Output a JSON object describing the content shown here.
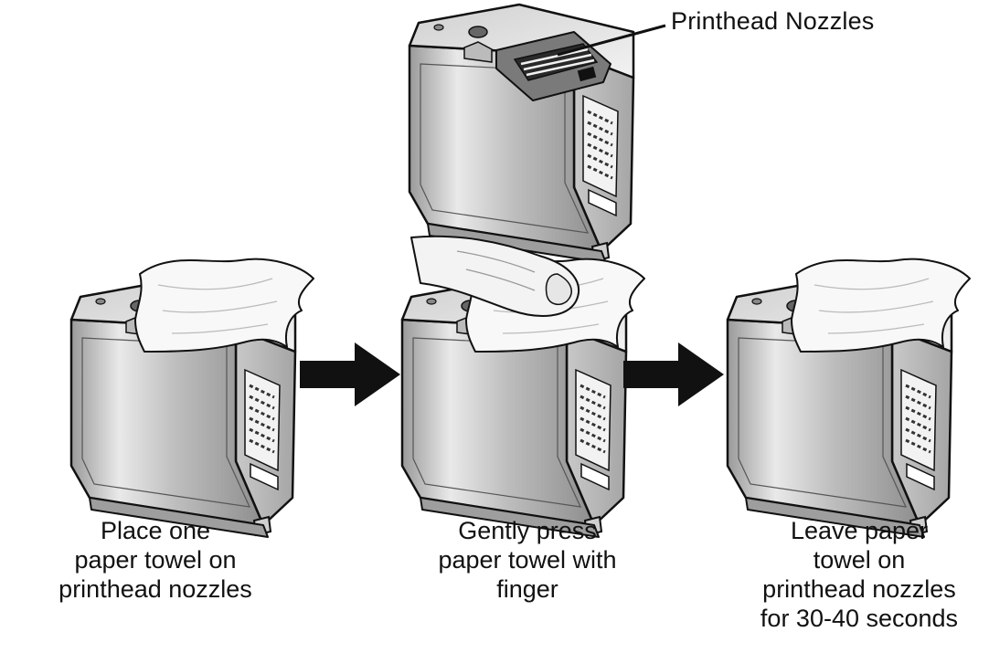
{
  "callout": {
    "label": "Printhead Nozzles"
  },
  "steps": [
    {
      "lines": [
        "Place one",
        "paper towel on",
        "printhead nozzles"
      ]
    },
    {
      "lines": [
        "Gently press",
        "paper towel with",
        "finger"
      ]
    },
    {
      "lines": [
        "Leave paper",
        "towel on",
        "printhead nozzles",
        "for 30-40 seconds"
      ]
    }
  ],
  "colors": {
    "ink": "#111111",
    "body": "#d9d9d9",
    "towel": "#f7f7f7",
    "arrow": "#111111"
  }
}
